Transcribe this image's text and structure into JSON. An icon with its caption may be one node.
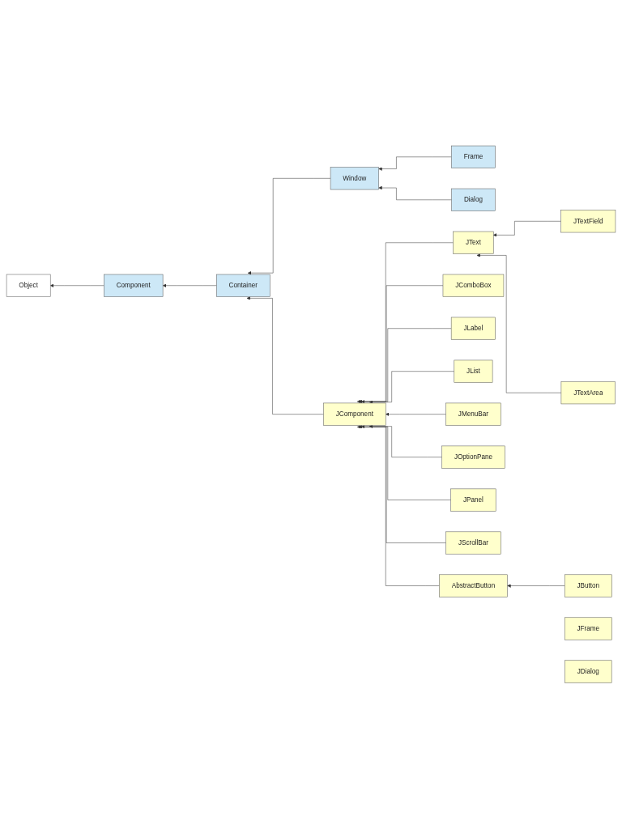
{
  "diagram": {
    "nodes": [
      {
        "text": [
          "Object"
        ]
      },
      {
        "text": [
          "Component"
        ]
      },
      {
        "text": [
          "Container"
        ]
      },
      {
        "text": [
          "Window"
        ]
      },
      {
        "text": [
          "JComponent"
        ]
      },
      {
        "text": [
          "Frame"
        ]
      },
      {
        "text": [
          "Dialog"
        ]
      },
      {
        "text": [
          "JFrame"
        ]
      },
      {
        "text": [
          "JDialog"
        ]
      },
      {
        "text": [
          "JText"
        ]
      },
      {
        "text": [
          "JComboBox"
        ]
      },
      {
        "text": [
          "JLabel"
        ]
      },
      {
        "text": [
          "JList"
        ]
      },
      {
        "text": [
          "JMenuBar"
        ]
      },
      {
        "text": [
          "JOptionPane"
        ]
      },
      {
        "text": [
          "JPanel"
        ]
      },
      {
        "text": [
          "JScrollBar"
        ]
      },
      {
        "text": [
          "AbstractButton"
        ]
      },
      {
        "text": [
          "JTextField"
        ]
      },
      {
        "text": [
          "JTextArea"
        ]
      },
      {
        "text": [
          "JButton"
        ]
      }
    ],
    "edges": [
      {
        "from": 1,
        "to": 0,
        "arrow": "to"
      },
      {
        "from": 2,
        "to": 1,
        "arrow": "to"
      },
      {
        "from": 3,
        "to": 2,
        "arrow": "to"
      },
      {
        "from": 4,
        "to": 2,
        "arrow": "to"
      },
      {
        "from": 5,
        "to": 3,
        "arrow": "to"
      },
      {
        "from": 6,
        "to": 3,
        "arrow": "to"
      },
      {
        "from": 9,
        "to": 4,
        "arrow": "to"
      },
      {
        "from": 10,
        "to": 4,
        "arrow": "to"
      },
      {
        "from": 11,
        "to": 4,
        "arrow": "to"
      },
      {
        "from": 12,
        "to": 4,
        "arrow": "to"
      },
      {
        "from": 13,
        "to": 4,
        "arrow": "to"
      },
      {
        "from": 14,
        "to": 4,
        "arrow": "to"
      },
      {
        "from": 15,
        "to": 4,
        "arrow": "to"
      },
      {
        "from": 16,
        "to": 4,
        "arrow": "to"
      },
      {
        "from": 17,
        "to": 4,
        "arrow": "to"
      },
      {
        "from": 18,
        "to": 9,
        "arrow": "to"
      },
      {
        "from": 19,
        "to": 9,
        "arrow": "to"
      },
      {
        "from": 20,
        "to": 17,
        "arrow": "to"
      }
    ]
  }
}
